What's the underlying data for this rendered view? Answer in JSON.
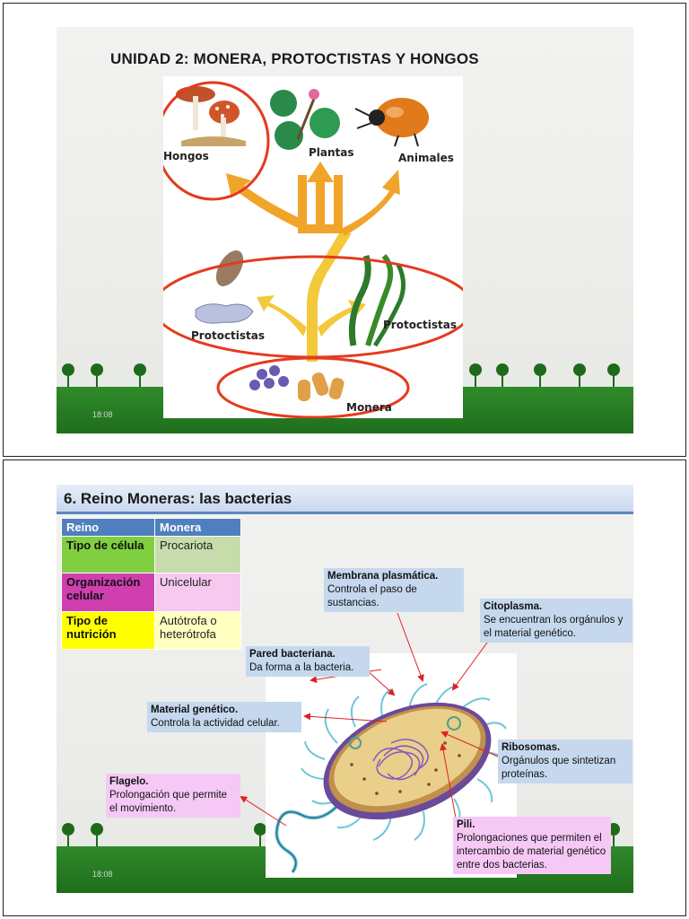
{
  "slide1": {
    "title": "UNIDAD 2: MONERA, PROTOCTISTAS Y HONGOS",
    "time": "18:08",
    "labels": {
      "hongos": "Hongos",
      "plantas": "Plantas",
      "animales": "Animales",
      "protoctistas_left": "Protoctistas",
      "protoctistas_right": "Protoctistas",
      "monera": "Monera"
    },
    "colors": {
      "highlight_circle": "#e53a1e",
      "arrow_orange": "#f0a52a",
      "arrow_yellow": "#f3c83a"
    }
  },
  "slide2": {
    "title": "6. Reino Moneras: las bacterias",
    "time": "18:08",
    "table": {
      "header": [
        "Reino",
        "Monera"
      ],
      "rows": [
        [
          "Tipo de célula",
          "Procariota"
        ],
        [
          "Organización celular",
          "Unicelular"
        ],
        [
          "Tipo de nutrición",
          "Autótrofa o heterótrofa"
        ]
      ]
    },
    "callouts": {
      "membrana": {
        "title": "Membrana plasmática.",
        "text": "Controla el paso de sustancias."
      },
      "citoplasma": {
        "title": "Citoplasma.",
        "text": "Se encuentran los orgánulos y el material genético."
      },
      "pared": {
        "title": "Pared bacteriana.",
        "text": "Da forma a la bacteria."
      },
      "material": {
        "title": "Material genético.",
        "text": "Controla la actividad celular."
      },
      "ribosomas": {
        "title": "Ribosomas.",
        "text": "Orgánulos que sintetizan proteínas."
      },
      "flagelo": {
        "title": "Flagelo.",
        "text": "Prolongación que permite el movimiento."
      },
      "pili": {
        "title": "Pili.",
        "text": " Prolongaciones que permiten el intercambio de material genético entre dos bacterias."
      }
    },
    "colors": {
      "title_border": "#5b86c2",
      "callout_blue": "#c5d8ee",
      "callout_pink": "#f6c8f6",
      "arrow_red": "#e02020"
    }
  }
}
